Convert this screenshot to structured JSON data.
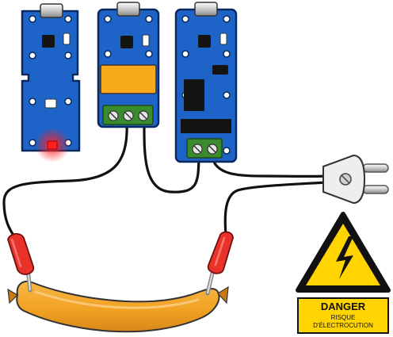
{
  "colors": {
    "board_blue": "#1e64c8",
    "board_outline": "#0a2a5e",
    "led_red": "#ff2020",
    "relay_orange": "#f7a81b",
    "terminal_green": "#3a8a2e",
    "sausage_orange": "#f4a028",
    "clip_red": "#e8322a",
    "warning_yellow": "#ffd400"
  },
  "sign": {
    "title": "DANGER",
    "line1": "RISQUE",
    "line2": "D'ÉLECTROCUTION"
  },
  "icons": [
    "led-board",
    "relay-board",
    "solid-state-relay-board",
    "power-plug",
    "alligator-clip",
    "sausage",
    "high-voltage-warning-icon"
  ]
}
